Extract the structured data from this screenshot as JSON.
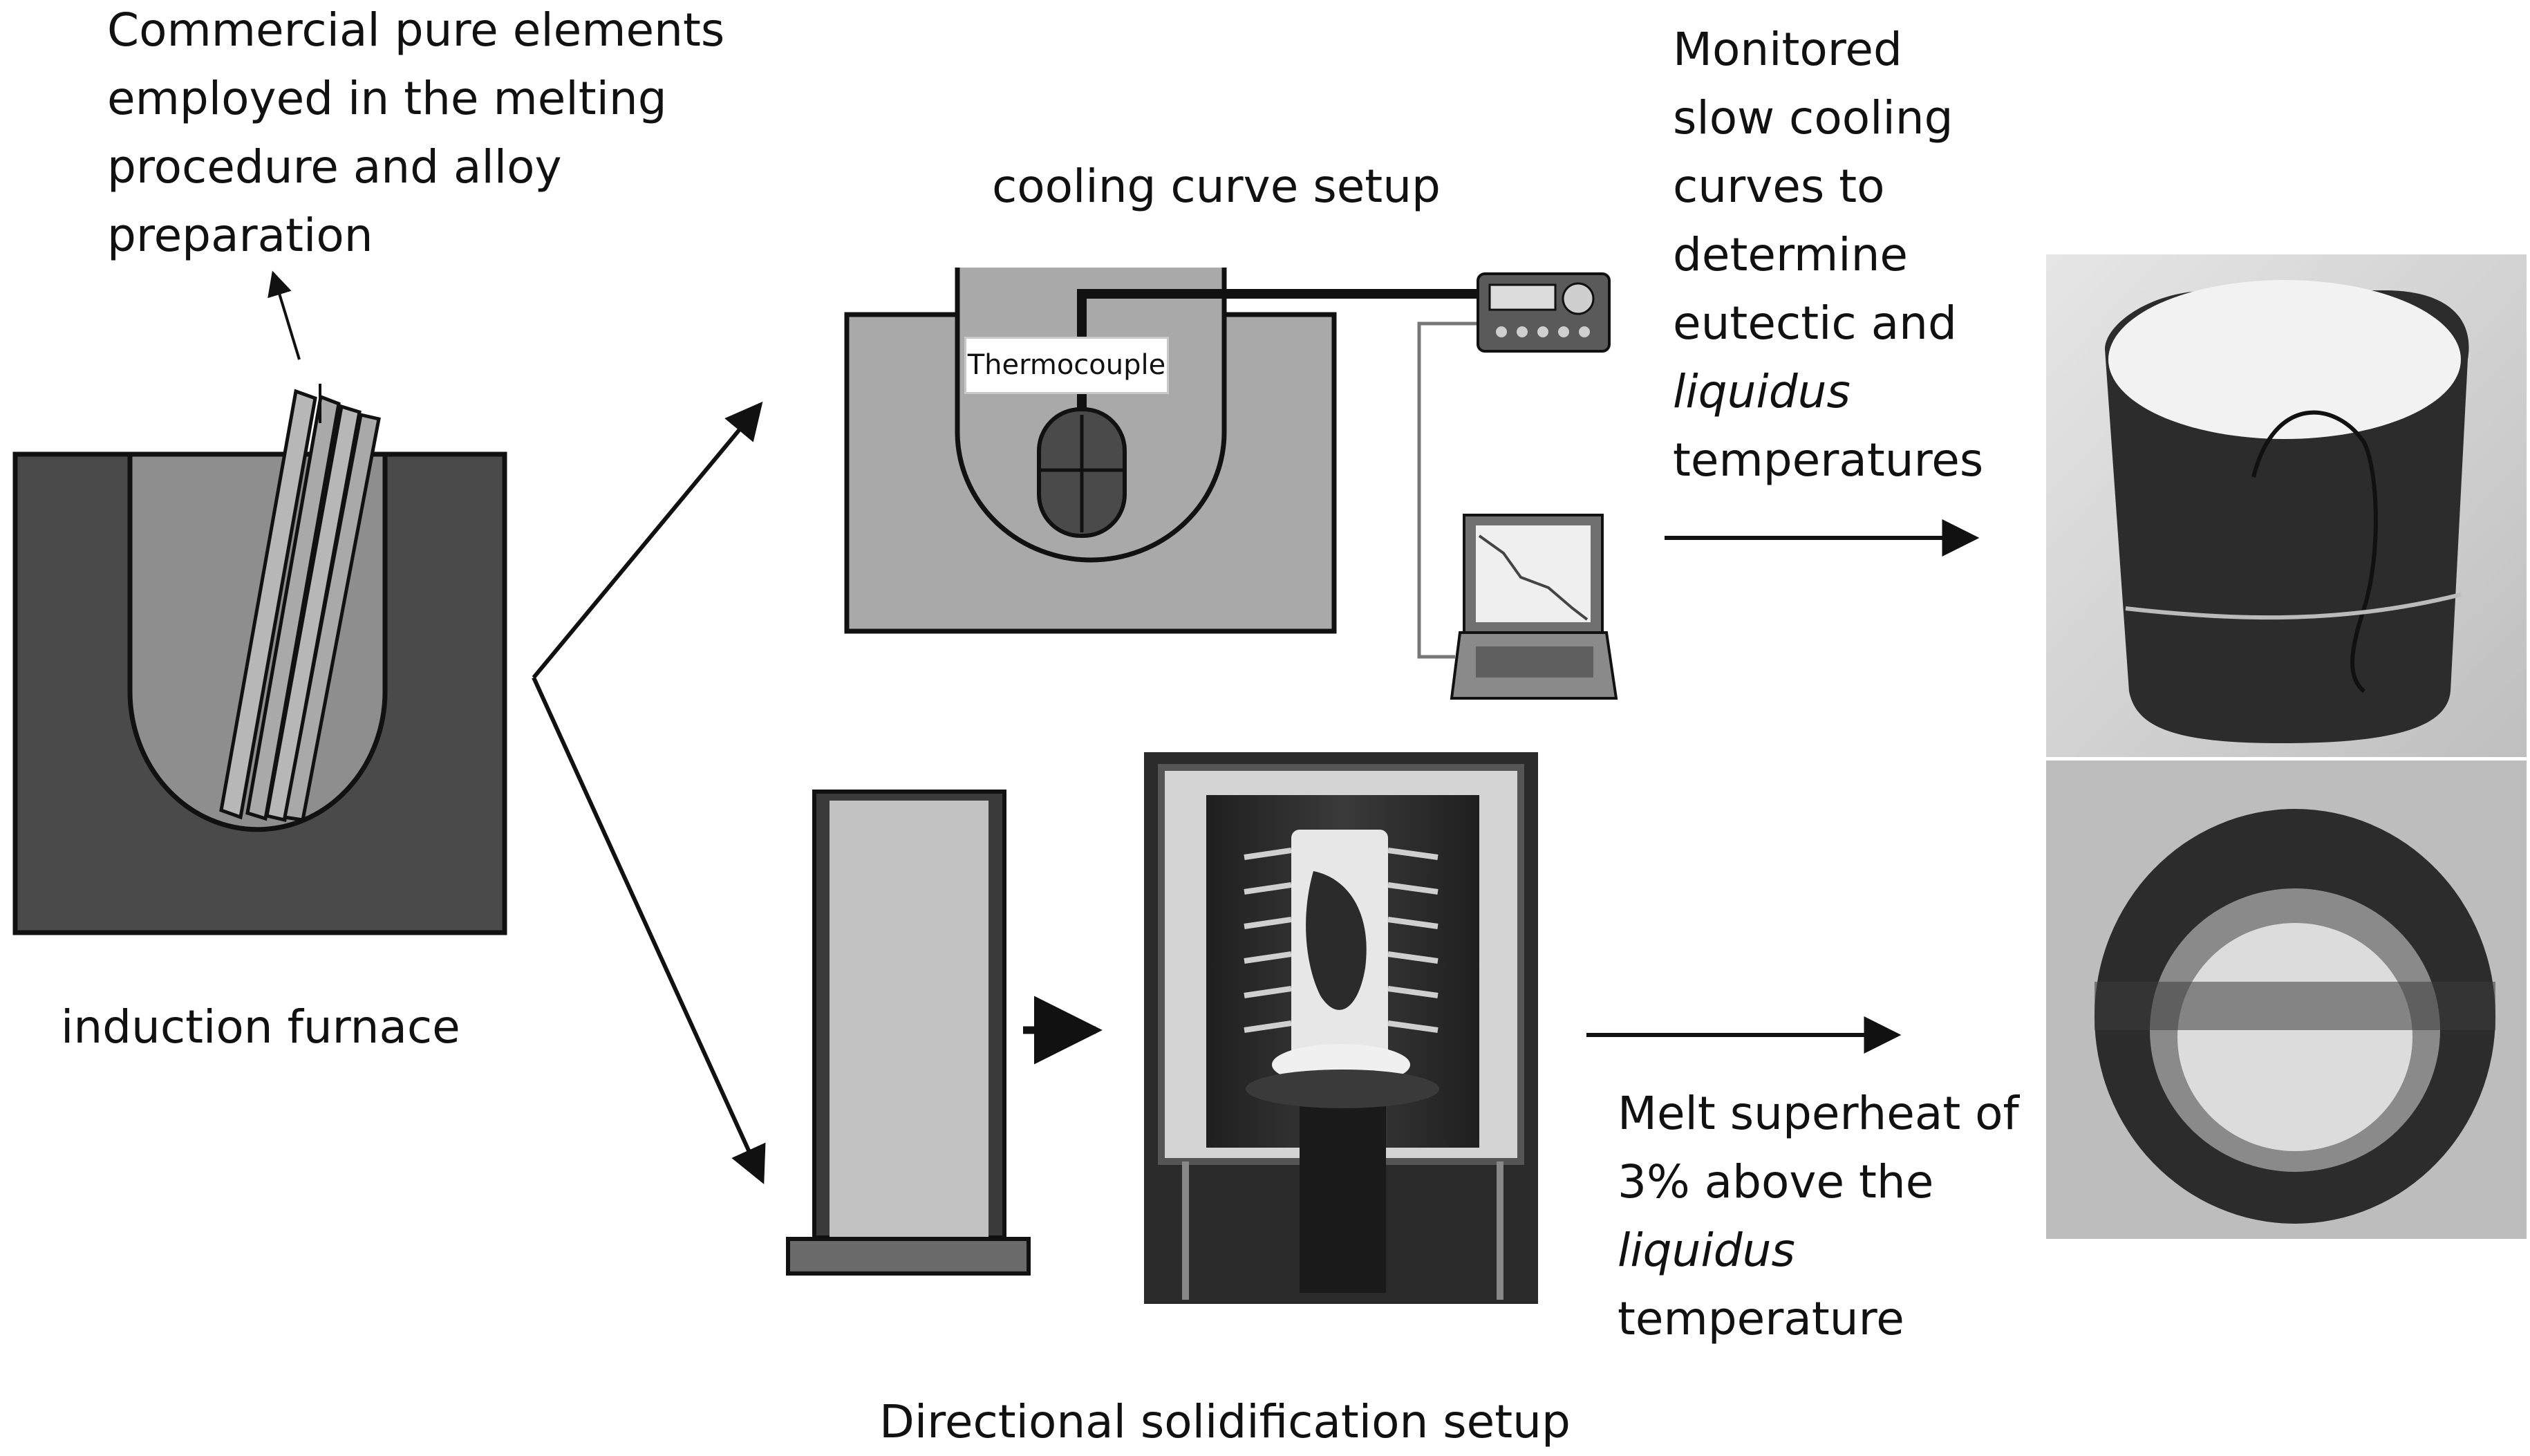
{
  "labels": {
    "commercial": {
      "line1": "Commercial pure elements",
      "line2": "employed in the melting",
      "line3": "procedure and alloy",
      "line4": "preparation"
    },
    "induction_furnace": "induction furnace",
    "cooling_curve_setup": "cooling curve setup",
    "thermocouple": "Thermocouple",
    "monitored": {
      "line1": "Monitored",
      "line2": "slow cooling",
      "line3": "curves to",
      "line4": "determine",
      "line5": "eutectic and",
      "line6": "liquidus",
      "line7": "temperatures"
    },
    "superheat": {
      "line1": "Melt superheat of",
      "line2": "3% above the",
      "line3": "liquidus",
      "line4": "temperature"
    },
    "directional_solidification_setup": "Directional solidification setup"
  },
  "colors": {
    "furnace_body": "#4a4a4a",
    "crucible_melt": "#8e8e8e",
    "setup_fill": "#a9a9a9",
    "mold_fill": "#c2c2c2",
    "outline": "#111111",
    "photo_dark": "#2c2c2c",
    "photo_light": "#bdbdbd"
  },
  "icons": [
    "thermocouple-probe-icon",
    "temperature-logger-icon",
    "laptop-icon",
    "arrow-icon"
  ]
}
